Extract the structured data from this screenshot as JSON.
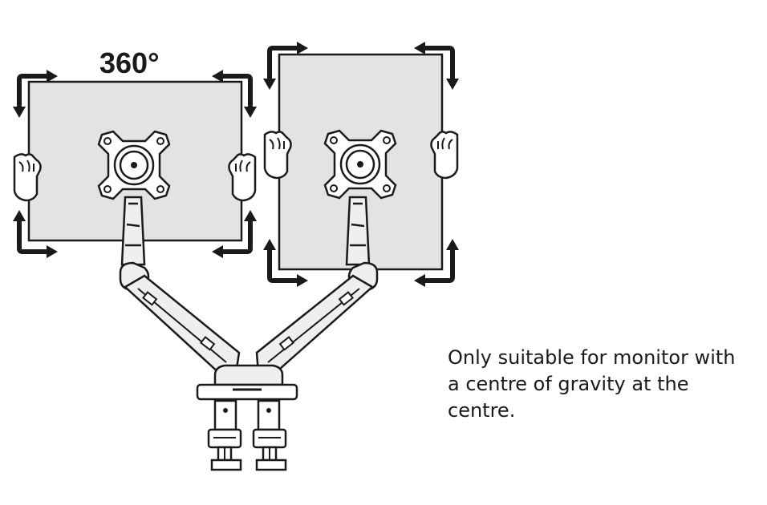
{
  "rotation_label": "360°",
  "note": {
    "lines": [
      "Only suitable for monitor with",
      "a centre of gravity at the",
      "centre."
    ]
  },
  "colors": {
    "ink": "#1a1a1a",
    "screen": "#e3e3e3",
    "arm": "#efefef"
  },
  "icons": {
    "rotation_arrow": "corner-arrow-icon",
    "hand": "hand-icon",
    "vesa_plate": "vesa-plate-icon",
    "clamp": "desk-clamp-icon"
  }
}
